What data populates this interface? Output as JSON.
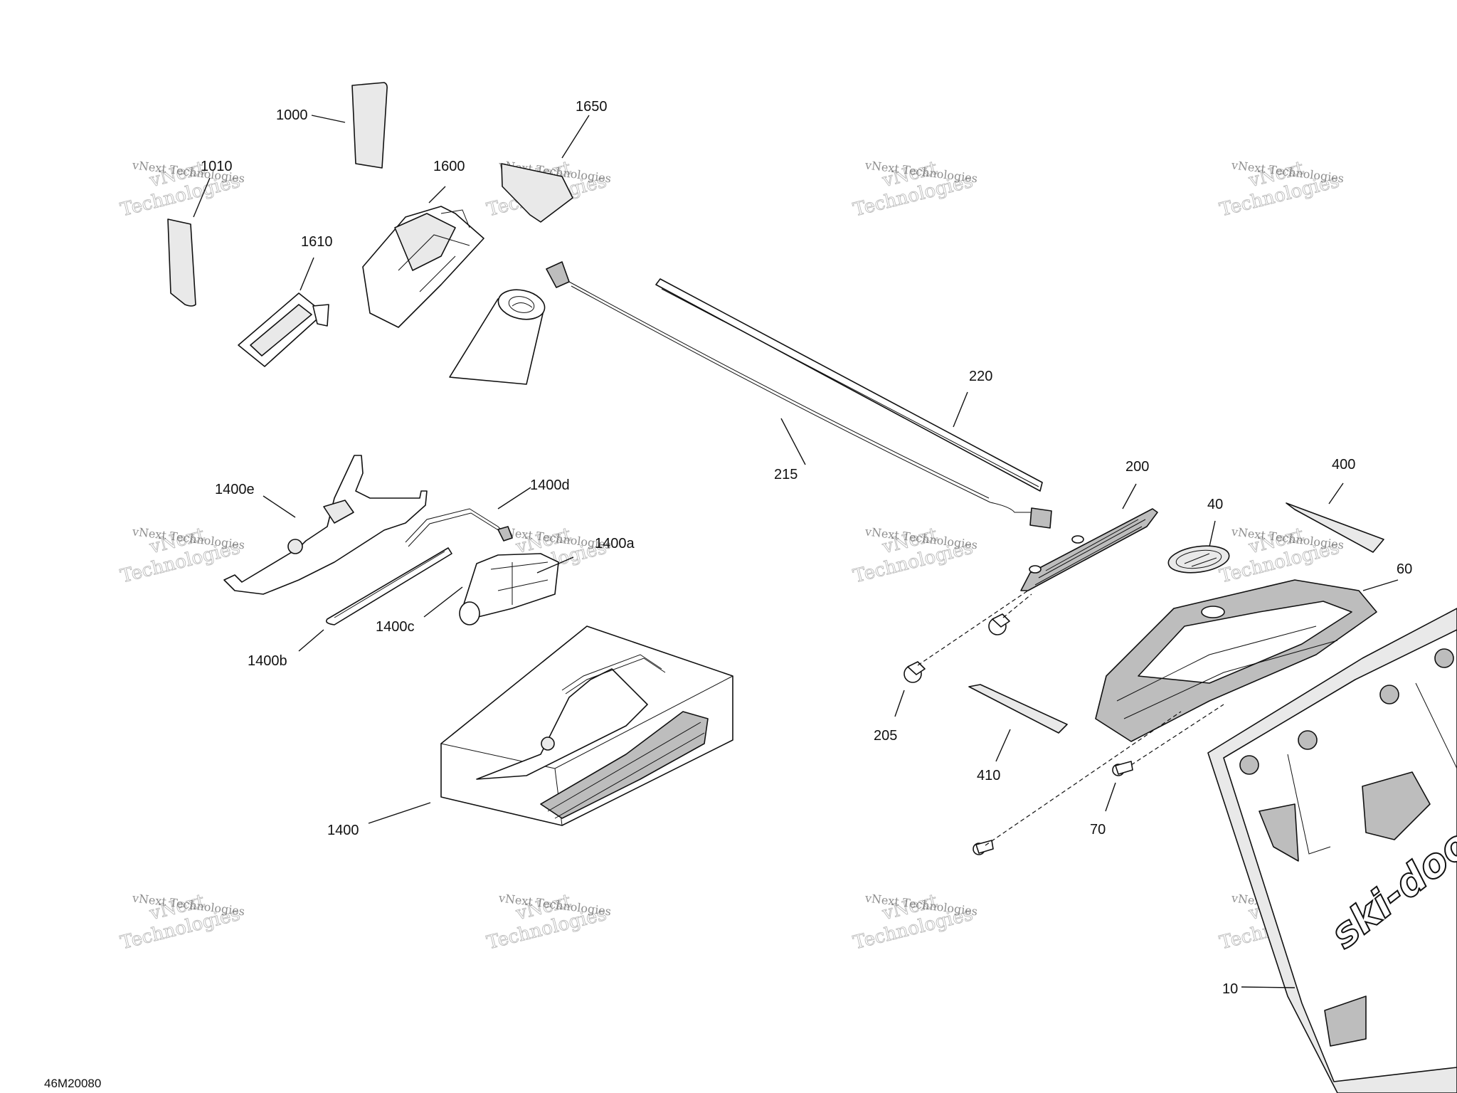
{
  "diagram": {
    "drawing_code": "46M20080",
    "watermark": {
      "line1": "vNext Technologies",
      "line2": "Technologies",
      "line3": "vNext"
    },
    "brand_logo": "ski-doo",
    "callouts": [
      {
        "id": "c1000",
        "label": "1000"
      },
      {
        "id": "c1010",
        "label": "1010"
      },
      {
        "id": "c1650",
        "label": "1650"
      },
      {
        "id": "c1600",
        "label": "1600"
      },
      {
        "id": "c1610",
        "label": "1610"
      },
      {
        "id": "c220",
        "label": "220"
      },
      {
        "id": "c215",
        "label": "215"
      },
      {
        "id": "c200",
        "label": "200"
      },
      {
        "id": "c400",
        "label": "400"
      },
      {
        "id": "c40",
        "label": "40"
      },
      {
        "id": "c60",
        "label": "60"
      },
      {
        "id": "c1400e",
        "label": "1400e"
      },
      {
        "id": "c1400d",
        "label": "1400d"
      },
      {
        "id": "c1400a",
        "label": "1400a"
      },
      {
        "id": "c1400c",
        "label": "1400c"
      },
      {
        "id": "c1400b",
        "label": "1400b"
      },
      {
        "id": "c1400",
        "label": "1400"
      },
      {
        "id": "c205",
        "label": "205"
      },
      {
        "id": "c410",
        "label": "410"
      },
      {
        "id": "c70",
        "label": "70"
      },
      {
        "id": "c10",
        "label": "10"
      }
    ]
  }
}
